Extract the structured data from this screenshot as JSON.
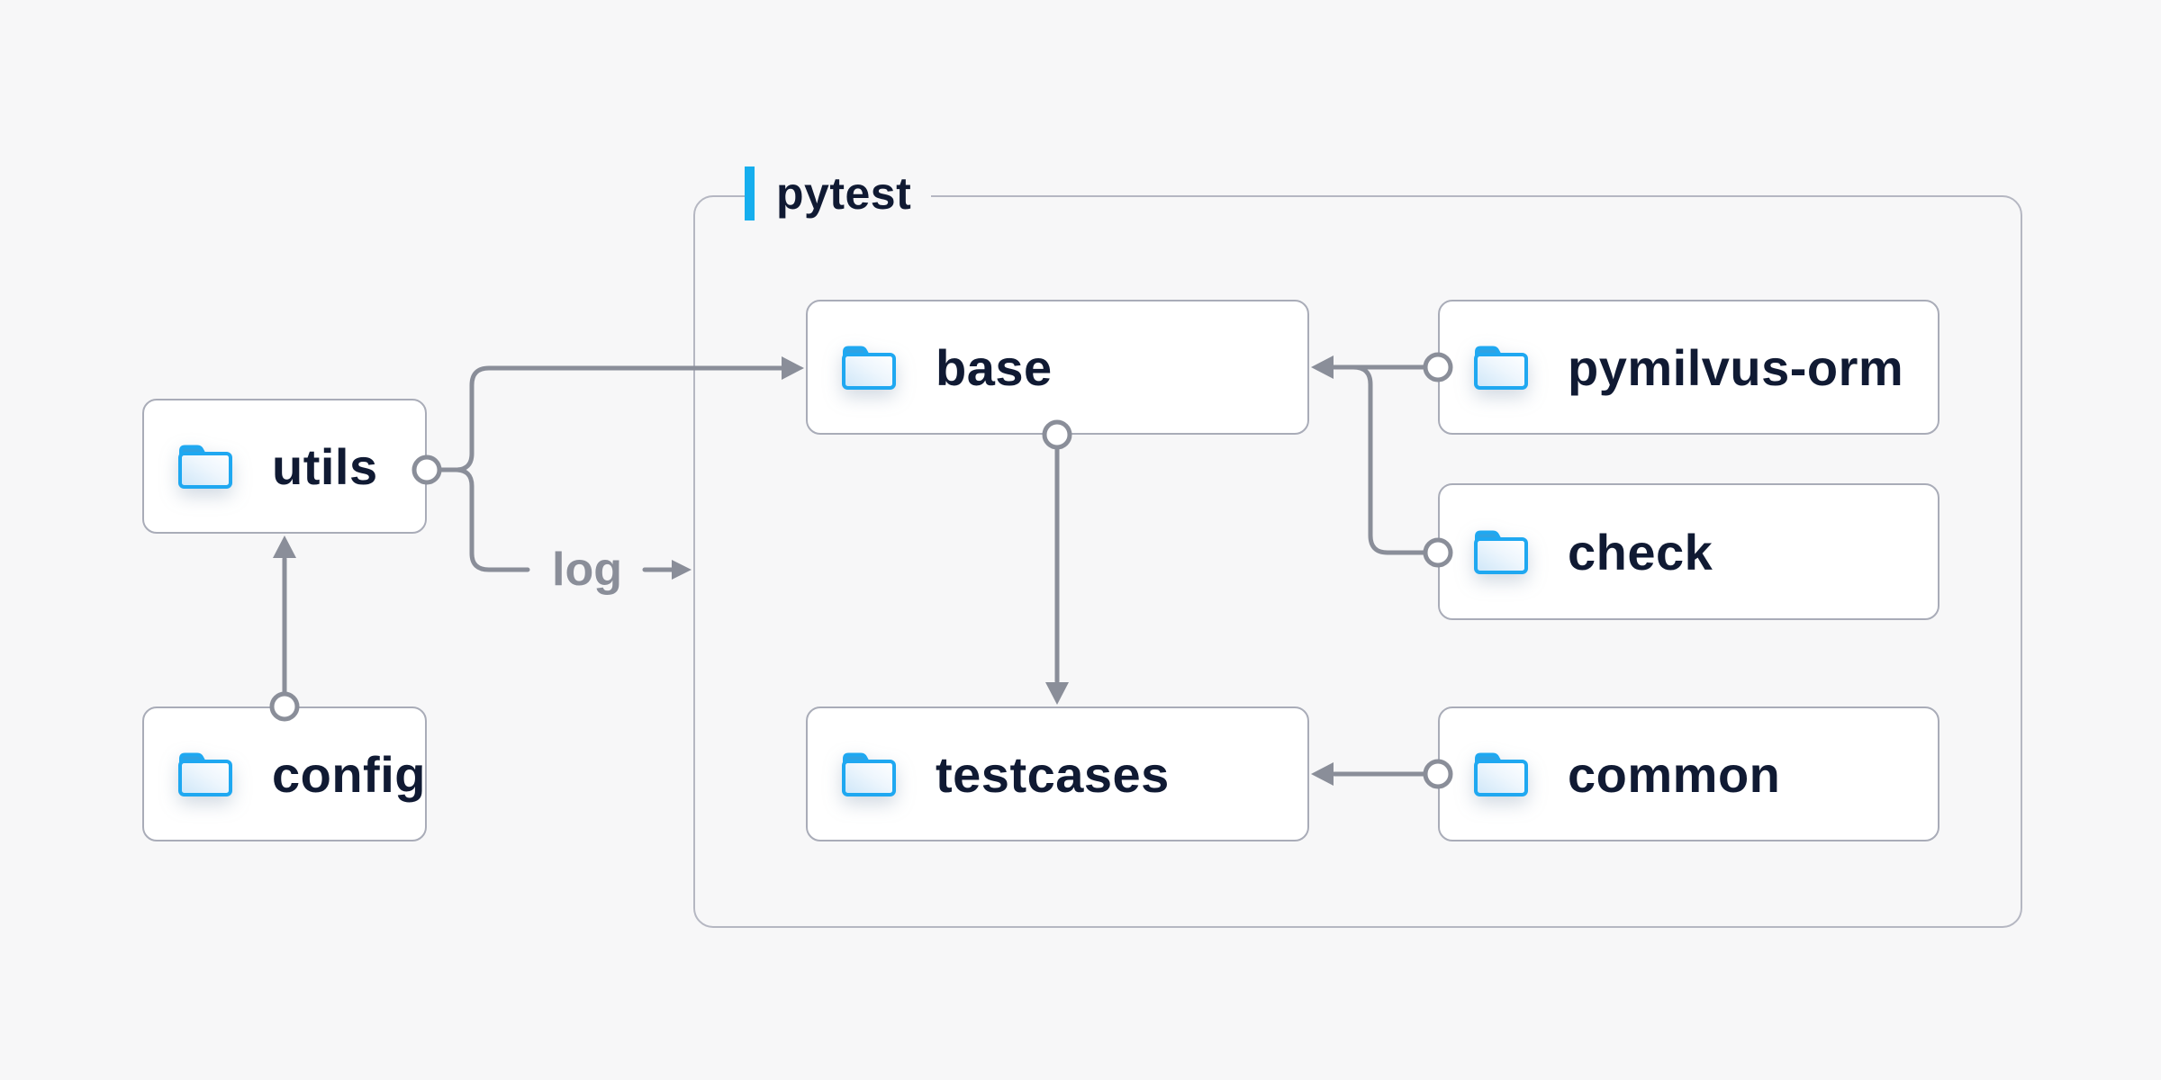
{
  "diagram": {
    "group": {
      "label": "pytest"
    },
    "edge_label": "log",
    "nodes": {
      "utils": "utils",
      "config": "config",
      "base": "base",
      "pymilvus_orm": "pymilvus-orm",
      "check": "check",
      "testcases": "testcases",
      "common": "common"
    },
    "relationships": [
      {
        "from": "config",
        "to": "utils"
      },
      {
        "from": "utils",
        "to": "base"
      },
      {
        "from": "utils",
        "to": "log",
        "label": "log"
      },
      {
        "from": "pymilvus-orm",
        "to": "base"
      },
      {
        "from": "check",
        "to": "base"
      },
      {
        "from": "base",
        "to": "testcases"
      },
      {
        "from": "common",
        "to": "testcases"
      }
    ],
    "colors": {
      "background": "#f7f7f8",
      "node_fill": "#ffffff",
      "node_border": "#a9acb8",
      "container_border": "#b5b7c2",
      "connector": "#8a8e99",
      "label_text": "#101a33",
      "accent_bar": "#16aeee",
      "folder_stroke": "#1fa8f1",
      "folder_tab": "#2fa2e3"
    }
  }
}
